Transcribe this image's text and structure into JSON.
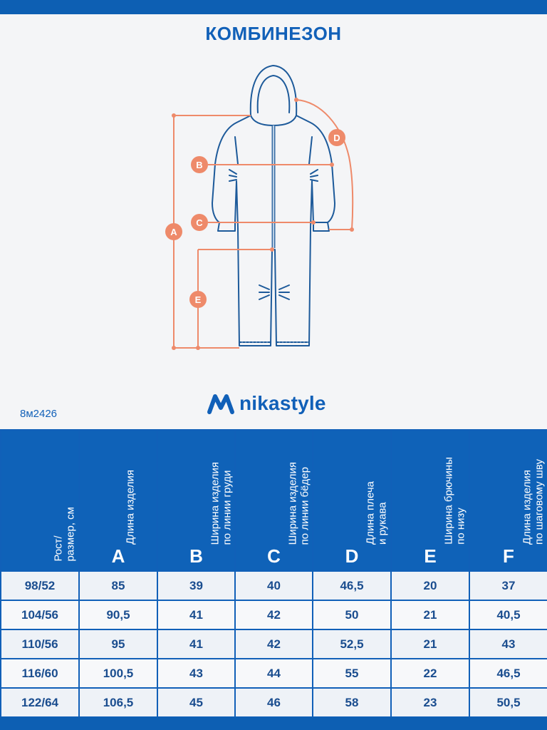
{
  "title": "КОМБИНЕЗОН",
  "article": "8м2426",
  "brand": "nikastyle",
  "diagram_labels": [
    "A",
    "B",
    "C",
    "D",
    "E"
  ],
  "colors": {
    "brand_blue": "#1160b8",
    "header_blue": "#0f62b8",
    "measure_orange": "#ee8a6a",
    "outline_blue": "#1d5a9a"
  },
  "table": {
    "headers": [
      {
        "label": "Рост/\nразмер, см",
        "letter": ""
      },
      {
        "label": "Длина изделия",
        "letter": "A"
      },
      {
        "label": "Ширина изделия\nпо линии груди",
        "letter": "B"
      },
      {
        "label": "Ширина изделия\nпо линии бёдер",
        "letter": "C"
      },
      {
        "label": "Длина плеча\nи рукава",
        "letter": "D"
      },
      {
        "label": "Ширина брючины\nпо низу",
        "letter": "E"
      },
      {
        "label": "Длина изделия\nпо шаговому шву",
        "letter": "F"
      }
    ],
    "rows": [
      [
        "98/52",
        "85",
        "39",
        "40",
        "46,5",
        "20",
        "37"
      ],
      [
        "104/56",
        "90,5",
        "41",
        "42",
        "50",
        "21",
        "40,5"
      ],
      [
        "110/56",
        "95",
        "41",
        "42",
        "52,5",
        "21",
        "43"
      ],
      [
        "116/60",
        "100,5",
        "43",
        "44",
        "55",
        "22",
        "46,5"
      ],
      [
        "122/64",
        "106,5",
        "45",
        "46",
        "58",
        "23",
        "50,5"
      ]
    ]
  }
}
